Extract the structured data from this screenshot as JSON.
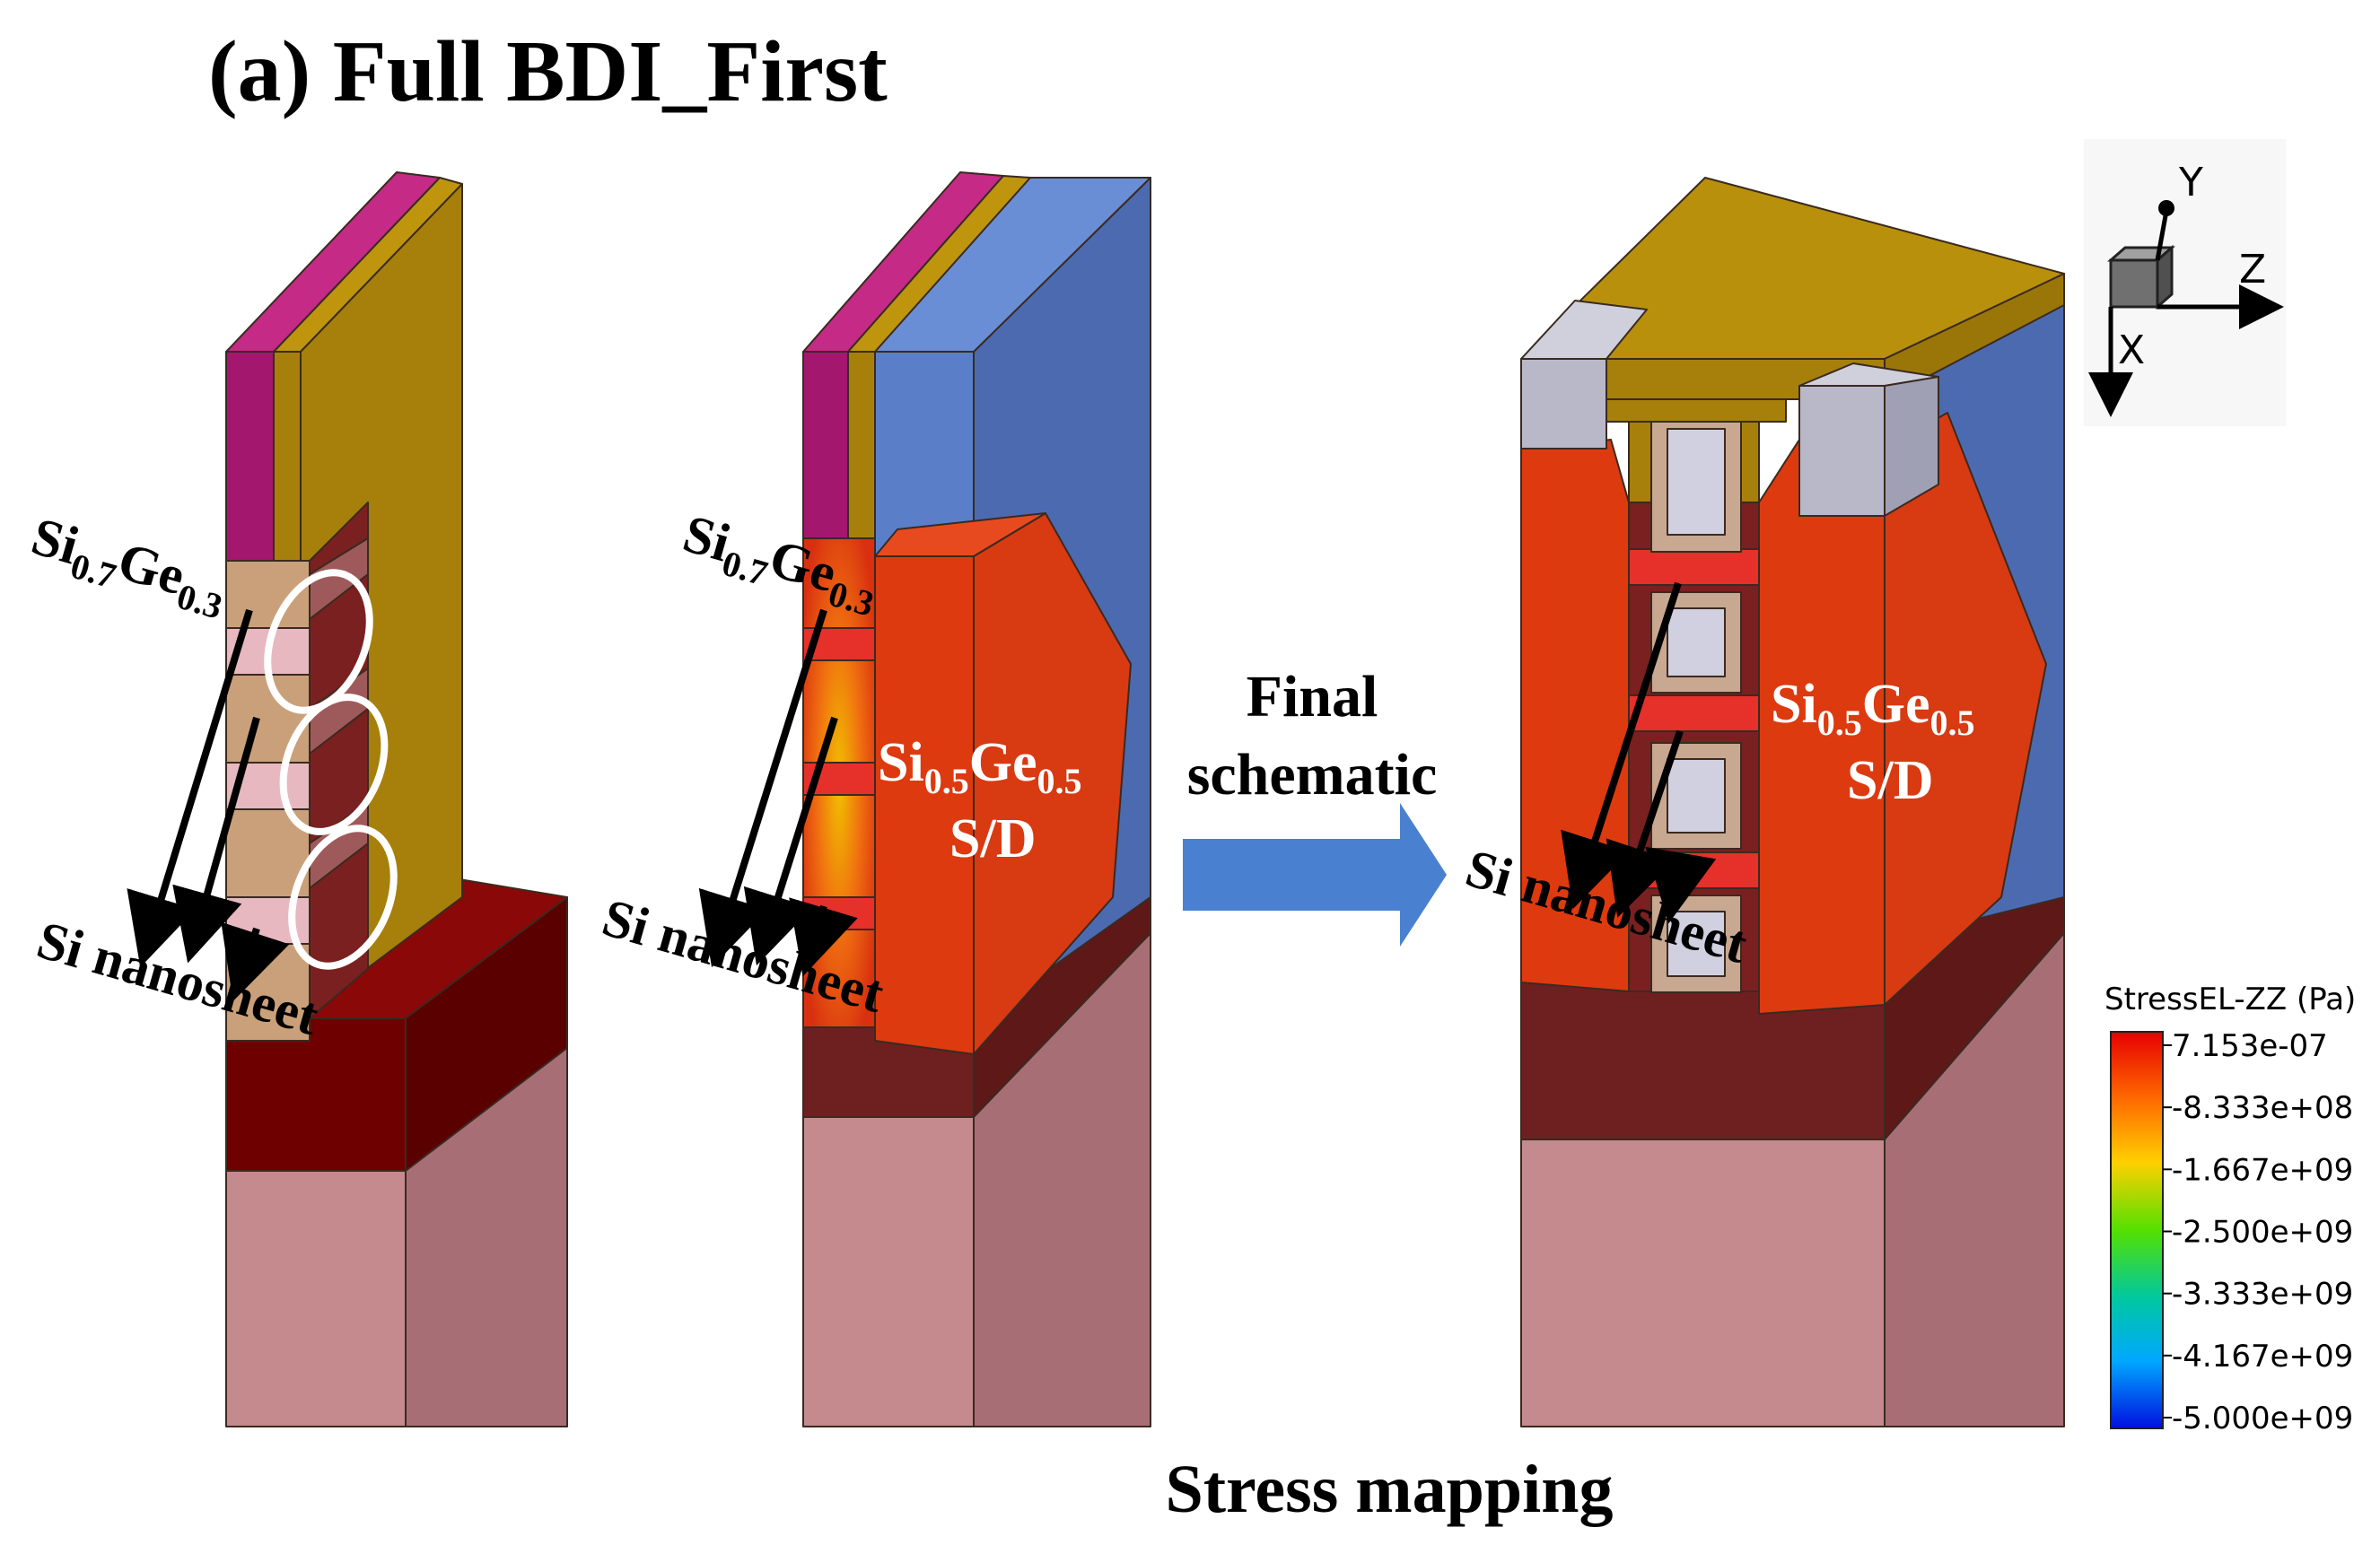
{
  "title": "(a) Full BDI_First",
  "labels": {
    "sige_base": "Si",
    "sige_si_sub": "0.7",
    "sige_ge": "Ge",
    "sige_ge_sub": "0.3",
    "nanosheet": "Si nanosheet",
    "sd_si": "Si",
    "sd_si_sub": "0.5",
    "sd_ge": "Ge",
    "sd_ge_sub": "0.5",
    "sd_suffix": "S/D"
  },
  "arrow_caption": [
    "Final",
    "schematic"
  ],
  "bottom_caption": "Stress mapping",
  "axes": {
    "y": "Y",
    "z": "Z",
    "x": "X"
  },
  "colorbar": {
    "title": "StressEL-ZZ (Pa)",
    "ticks": [
      "7.153e-07",
      "-8.333e+08",
      "-1.667e+09",
      "-2.500e+09",
      "-3.333e+09",
      "-4.167e+09",
      "-5.000e+09"
    ],
    "colors": [
      "#e60000",
      "#ff6a00",
      "#ffd000",
      "#54e000",
      "#00c8a0",
      "#00a8ff",
      "#0010e0"
    ]
  },
  "colors": {
    "magenta": "#a3176f",
    "gold": "#a6800a",
    "blue": "#5b7ec8",
    "red": "#dd3a10",
    "maroon": "#6e0c0c",
    "substrate": "#c48a8e",
    "spacer": "#b8b8c8"
  }
}
